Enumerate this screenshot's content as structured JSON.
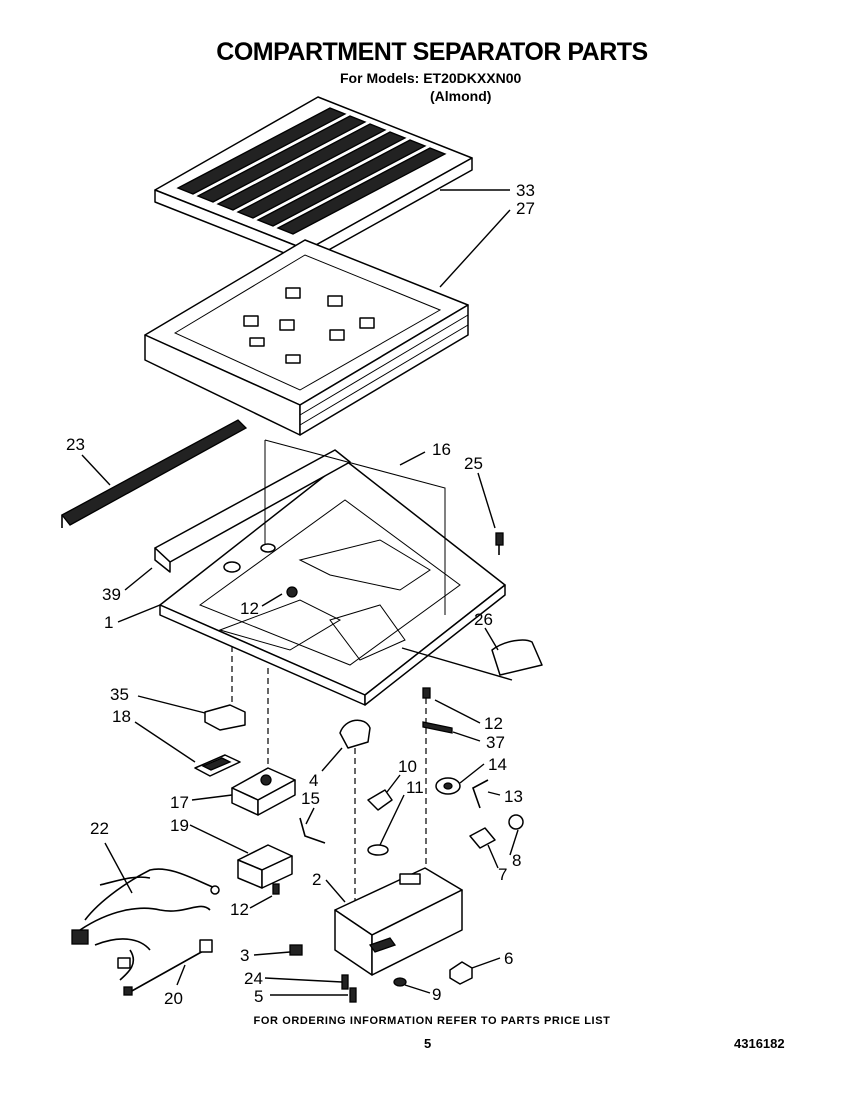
{
  "header": {
    "title": "COMPARTMENT SEPARATOR PARTS",
    "models": "For Models: ET20DKXXN00",
    "color": "(Almond)"
  },
  "footer": {
    "ordering_note": "FOR ORDERING INFORMATION REFER TO PARTS PRICE LIST",
    "page_number": "5",
    "document_number": "4316182"
  },
  "callouts": {
    "c33": "33",
    "c27": "27",
    "c23": "23",
    "c16": "16",
    "c25": "25",
    "c39": "39",
    "c12a": "12",
    "c1": "1",
    "c26": "26",
    "c35": "35",
    "c18": "18",
    "c12b": "12",
    "c37": "37",
    "c4": "4",
    "c10": "10",
    "c14": "14",
    "c11": "11",
    "c13": "13",
    "c15": "15",
    "c17": "17",
    "c19": "19",
    "c22": "22",
    "c8": "8",
    "c7": "7",
    "c2": "2",
    "c12c": "12",
    "c3": "3",
    "c6": "6",
    "c24": "24",
    "c9": "9",
    "c5": "5",
    "c20": "20"
  }
}
